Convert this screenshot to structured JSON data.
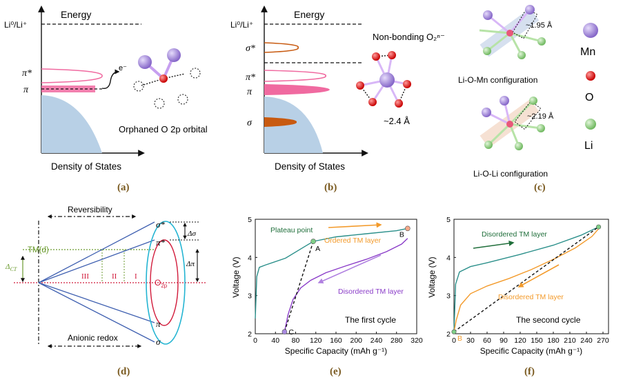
{
  "colors": {
    "accent_pink": "#f06aa0",
    "accent_blue": "#b8d0e6",
    "accent_orange": "#c85a10",
    "mn_purple": "#9a79d6",
    "o_red": "#e01818",
    "li_green": "#8ccc7c",
    "teal": "#2a8f8a",
    "curve_orange": "#f39a2a",
    "curve_purple": "#8a3cc8",
    "pos_blue": "#3e5fb0",
    "neg_cyan": "#23b4d2",
    "tm_green": "#6a9a2e",
    "o2p_red": "#d11a3a"
  },
  "panel_a": {
    "label": "(a)",
    "energy": "Energy",
    "li_level": "Li⁰/Li⁺",
    "pi_star": "π*",
    "pi": "π",
    "electron": "e⁻",
    "caption": "Orphaned O 2p orbital",
    "xlabel": "Density of States"
  },
  "panel_b": {
    "label": "(b)",
    "energy": "Energy",
    "li_level": "Li⁰/Li⁺",
    "sigma_star": "σ*",
    "pi_star": "π*",
    "pi": "π",
    "sigma": "σ",
    "nonbonding": "Non-bonding O₂ⁿ⁻",
    "distance": "~2.4 Å",
    "xlabel": "Density of States"
  },
  "panel_c": {
    "label": "(c)",
    "dist_mn": "~1.95 Å",
    "dist_li": "~2.19 Å",
    "config_mn": "Li-O-Mn configuration",
    "config_li": "Li-O-Li configuration",
    "legend": [
      "Mn",
      "O",
      "Li"
    ]
  },
  "panel_d": {
    "label": "(d)",
    "reversibility": "Reversibility",
    "anionic": "Anionic redox",
    "tm": "TM(d)",
    "delta_ct": "Δ",
    "delta_ct_sub": "CT",
    "delta_sigma": "Δσ",
    "delta_pi": "Δπ",
    "regions": [
      "III",
      "II",
      "I"
    ],
    "o2p": "O",
    "o2p_sub": "2p",
    "sigma_star": "σ*",
    "pi_star": "π*",
    "pi": "π",
    "sigma": "σ"
  },
  "panel_e": {
    "label": "(e)",
    "ylabel": "Voltage (V)",
    "xlabel": "Specific Capacity (mAh g⁻¹)",
    "title": "The first cycle",
    "plateau": "Plateau point",
    "ordered": "Ordered TM layer",
    "disordered": "Disordered TM layer",
    "point_a": "A",
    "point_b": "B",
    "point_c": "C"
  },
  "panel_f": {
    "label": "(f)",
    "ylabel": "Voltage (V)",
    "xlabel": "Specific Capacity (mAh g⁻¹)",
    "title": "The second cycle",
    "disordered_top": "Disordered TM layer",
    "disordered_bottom": "Disordered TM layer",
    "point_b": "B"
  },
  "chart_data": [
    {
      "type": "line",
      "panel": "e",
      "xlim": [
        0,
        320
      ],
      "ylim": [
        2,
        5
      ],
      "xticks": [
        0,
        40,
        80,
        120,
        160,
        200,
        240,
        280,
        320
      ],
      "yticks": [
        2,
        3,
        4,
        5
      ],
      "series": [
        {
          "name": "Ordered TM layer",
          "x": [
            0,
            3,
            8,
            20,
            60,
            100,
            115,
            160,
            220,
            280,
            302
          ],
          "y": [
            2.4,
            3.5,
            3.74,
            3.8,
            3.98,
            4.3,
            4.42,
            4.54,
            4.62,
            4.7,
            4.76
          ]
        },
        {
          "name": "Disordered TM layer",
          "x": [
            302,
            290,
            260,
            220,
            180,
            140,
            110,
            90,
            75,
            65,
            58
          ],
          "y": [
            4.5,
            4.35,
            4.15,
            3.95,
            3.78,
            3.6,
            3.4,
            3.2,
            2.9,
            2.5,
            2.05
          ]
        },
        {
          "x": [
            115,
            58
          ],
          "y": [
            4.42,
            2.05
          ]
        }
      ]
    },
    {
      "type": "line",
      "panel": "f",
      "xlim": [
        0,
        280
      ],
      "ylim": [
        2,
        5
      ],
      "xticks": [
        0,
        30,
        60,
        90,
        120,
        150,
        180,
        210,
        240,
        270
      ],
      "yticks": [
        2,
        3,
        4,
        5
      ],
      "series": [
        {
          "name": "Disordered TM layer",
          "x": [
            0,
            3,
            10,
            30,
            60,
            120,
            180,
            230,
            262
          ],
          "y": [
            2.05,
            3.3,
            3.62,
            3.76,
            3.86,
            4.08,
            4.32,
            4.58,
            4.8
          ]
        },
        {
          "name": "Disordered TM layer",
          "x": [
            262,
            250,
            220,
            180,
            140,
            100,
            60,
            30,
            12,
            4,
            0
          ],
          "y": [
            4.75,
            4.55,
            4.25,
            3.95,
            3.68,
            3.45,
            3.25,
            3.05,
            2.75,
            2.35,
            2.05
          ]
        },
        {
          "x": [
            0,
            262
          ],
          "y": [
            2.05,
            4.8
          ]
        }
      ]
    }
  ]
}
